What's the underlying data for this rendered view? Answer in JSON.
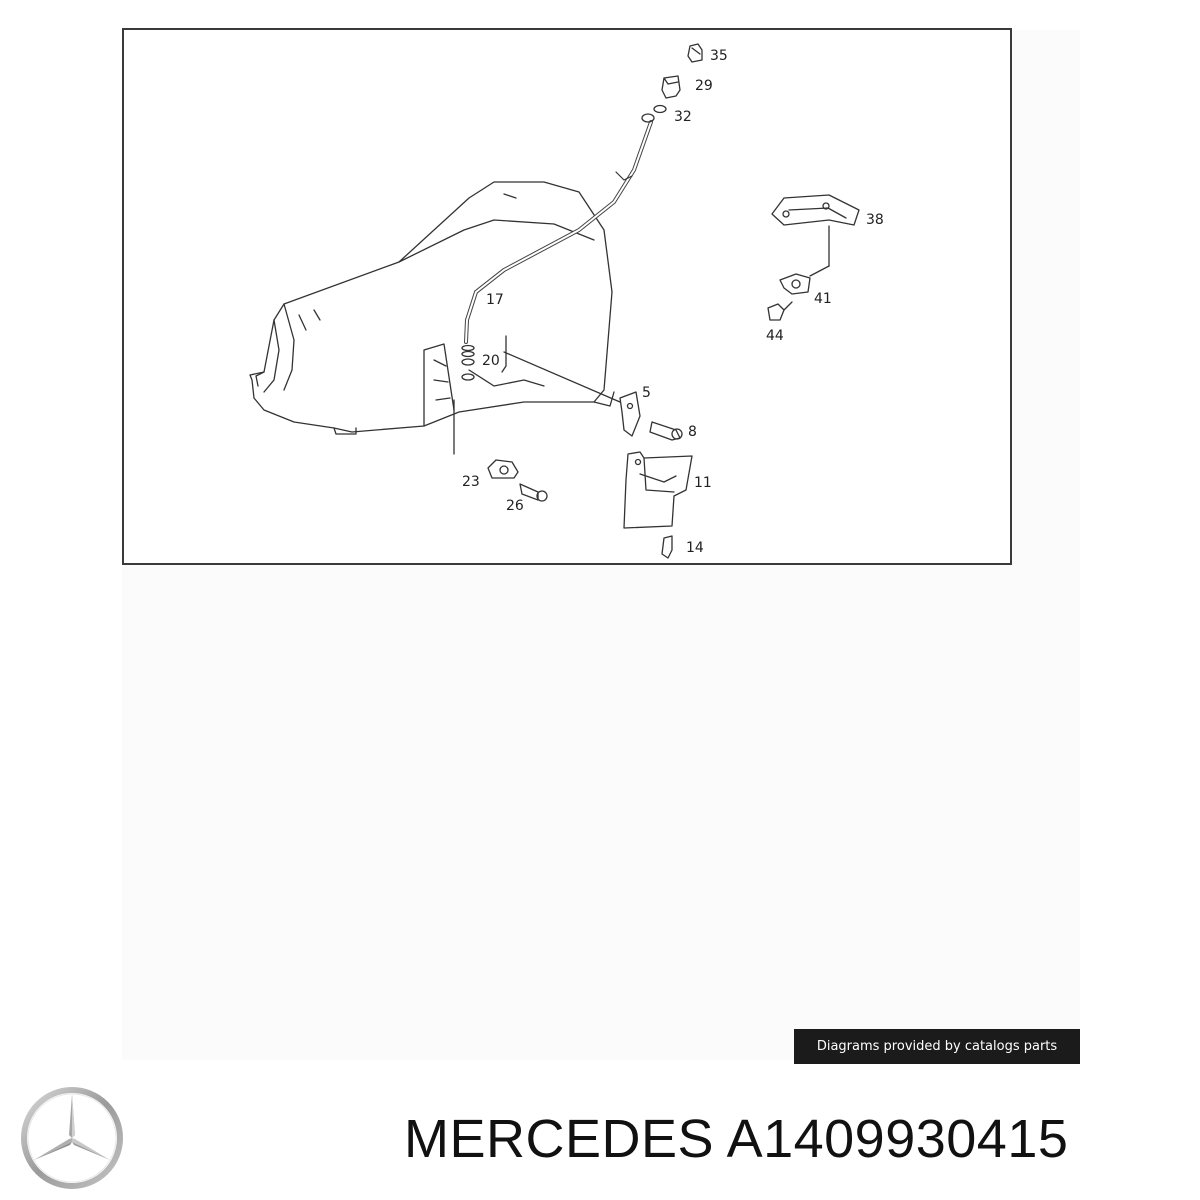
{
  "diagram": {
    "callouts": [
      {
        "id": "c35",
        "label": "35"
      },
      {
        "id": "c29",
        "label": "29"
      },
      {
        "id": "c32",
        "label": "32"
      },
      {
        "id": "c38",
        "label": "38"
      },
      {
        "id": "c17",
        "label": "17"
      },
      {
        "id": "c41",
        "label": "41"
      },
      {
        "id": "c44",
        "label": "44"
      },
      {
        "id": "c20",
        "label": "20"
      },
      {
        "id": "c5",
        "label": "5"
      },
      {
        "id": "c8",
        "label": "8"
      },
      {
        "id": "c11",
        "label": "11"
      },
      {
        "id": "c23",
        "label": "23"
      },
      {
        "id": "c26",
        "label": "26"
      },
      {
        "id": "c14",
        "label": "14"
      }
    ]
  },
  "credit": {
    "text": "Diagrams provided by catalogs parts"
  },
  "logo": {
    "icon": "mercedes-star-icon"
  },
  "title": {
    "text": "MERCEDES A1409930415"
  }
}
